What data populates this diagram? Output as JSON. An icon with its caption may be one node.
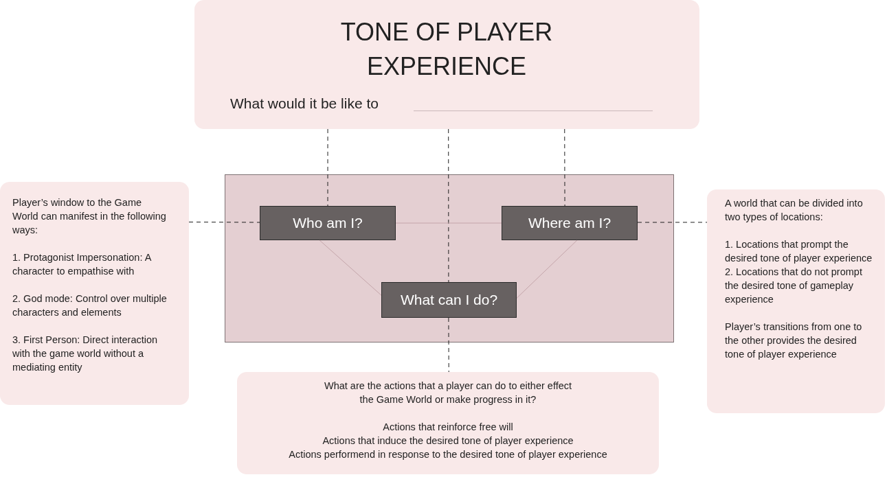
{
  "diagram": {
    "nodes": [
      {
        "text": [
          "TONE OF PLAYER EXPERIENCE",
          "What would it be like to"
        ]
      },
      {
        "text": [],
        "shape": "box"
      },
      {
        "text": [
          "Who am I?"
        ],
        "in": 1
      },
      {
        "text": [
          "Where am I?"
        ],
        "in": 1
      },
      {
        "text": [
          "What can I do?"
        ],
        "in": 1
      },
      {
        "text": [
          "Player’s window to the Game World can manifest in the following ways:",
          "1. Protagonist Impersonation: A character to empathise with",
          "2. God mode: Control over multiple characters and elements",
          "3. First Person: Direct interaction with the game world without a mediating entity"
        ]
      },
      {
        "text": [
          "A world that can be divided into two types of locations:",
          "1. Locations that prompt the desired tone of player experience",
          "2. Locations that do not prompt the desired tone of gameplay experience",
          "Player’s transitions from one to the other provides the desired tone of player experience"
        ]
      },
      {
        "text": [
          "What are the actions that a player can do to either effect the Game World or make progress in it?",
          "Actions that reinforce free will",
          "Actions that induce the desired tone of player experience",
          "Actions performend in response to the desired tone of player experience"
        ]
      }
    ],
    "edges": [
      {
        "from": 0,
        "to": 2,
        "arrow": "none",
        "style": "dashed"
      },
      {
        "from": 0,
        "to": 3,
        "arrow": "none",
        "style": "dashed"
      },
      {
        "from": 0,
        "to": 4,
        "arrow": "none",
        "style": "dashed"
      },
      {
        "from": 4,
        "to": 7,
        "arrow": "none",
        "style": "dashed"
      },
      {
        "from": 5,
        "to": 2,
        "arrow": "none",
        "style": "dashed"
      },
      {
        "from": 3,
        "to": 6,
        "arrow": "none",
        "style": "dashed"
      },
      {
        "from": 2,
        "to": 3,
        "arrow": "none",
        "color": "#c4a5aa"
      },
      {
        "from": 2,
        "to": 4,
        "arrow": "none",
        "color": "#c4a5aa"
      },
      {
        "from": 3,
        "to": 4,
        "arrow": "none",
        "color": "#c4a5aa"
      }
    ]
  }
}
